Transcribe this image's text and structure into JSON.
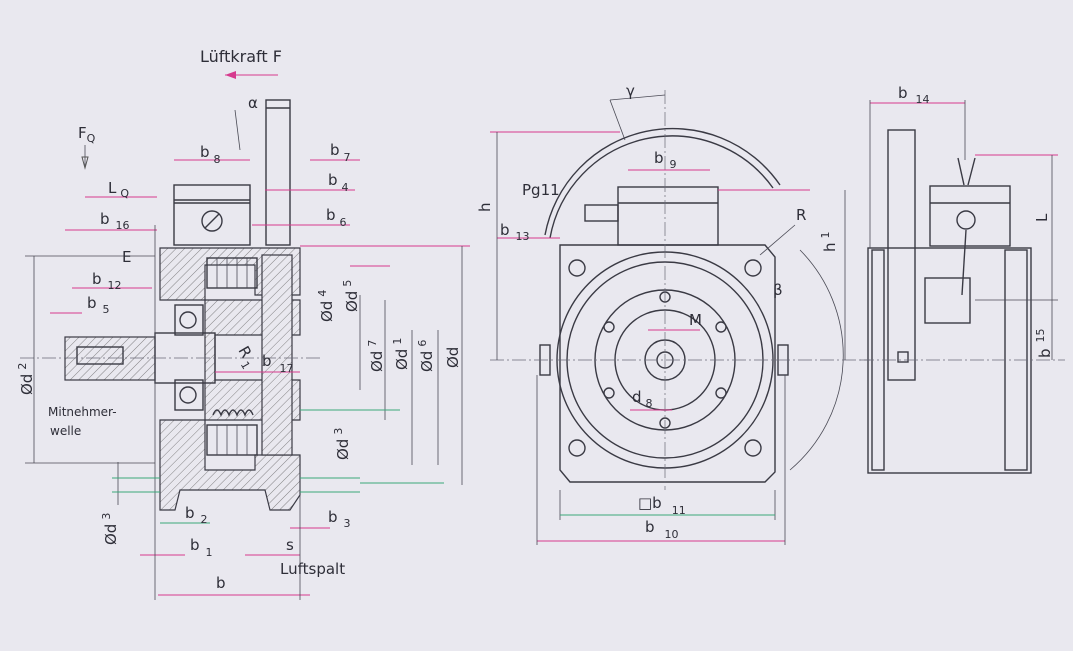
{
  "title": "Lüftkraft F",
  "colors": {
    "background": "#e9e8ef",
    "line": "#3a3a44",
    "dimension": "#d63a8e",
    "dimension_alt": "#3aa87a"
  },
  "side_section": {
    "FQ": {
      "main": "F",
      "sub": "Q"
    },
    "LQ": {
      "main": "L",
      "sub": "Q"
    },
    "alpha": "α",
    "b8": {
      "main": "b",
      "sub": "8"
    },
    "b7": {
      "main": "b",
      "sub": "7"
    },
    "b4": {
      "main": "b",
      "sub": "4"
    },
    "b6": {
      "main": "b",
      "sub": "6"
    },
    "b16": {
      "main": "b",
      "sub": "16"
    },
    "E": "E",
    "b12": {
      "main": "b",
      "sub": "12"
    },
    "b5": {
      "main": "b",
      "sub": "5"
    },
    "d2": {
      "main": "Ød",
      "sub": "2"
    },
    "d4": {
      "main": "Ød",
      "sub": "4"
    },
    "d5": {
      "main": "Ød",
      "sub": "5"
    },
    "R1": {
      "main": "R",
      "sub": "1"
    },
    "b17": {
      "main": "b",
      "sub": "17"
    },
    "d7": {
      "main": "Ød",
      "sub": "7"
    },
    "d1": {
      "main": "Ød",
      "sub": "1"
    },
    "d6": {
      "main": "Ød",
      "sub": "6"
    },
    "d": "Ød",
    "shaft_label_1": "Mitnehmer-",
    "shaft_label_2": "welle",
    "d3_right": {
      "main": "Ød",
      "sub": "3"
    },
    "d3_left": {
      "main": "Ød",
      "sub": "3"
    },
    "b2": {
      "main": "b",
      "sub": "2"
    },
    "b1": {
      "main": "b",
      "sub": "1"
    },
    "b3": {
      "main": "b",
      "sub": "3"
    },
    "s": "s",
    "airgap": "Luftspalt",
    "b": "b"
  },
  "front_view": {
    "gamma": "γ",
    "h": "h",
    "b9": {
      "main": "b",
      "sub": "9"
    },
    "pg11": "Pg11",
    "b13": {
      "main": "b",
      "sub": "13"
    },
    "R": "R",
    "h1": {
      "main": "h",
      "sub": "1"
    },
    "beta": "β",
    "M": "M",
    "d8": {
      "main": "d",
      "sub": "8"
    },
    "b11": {
      "main": "□b",
      "sub": "11"
    },
    "b10": {
      "main": "b",
      "sub": "10"
    }
  },
  "end_view": {
    "b14": {
      "main": "b",
      "sub": "14"
    },
    "L": "L",
    "b15": {
      "main": "b",
      "sub": "15"
    }
  }
}
